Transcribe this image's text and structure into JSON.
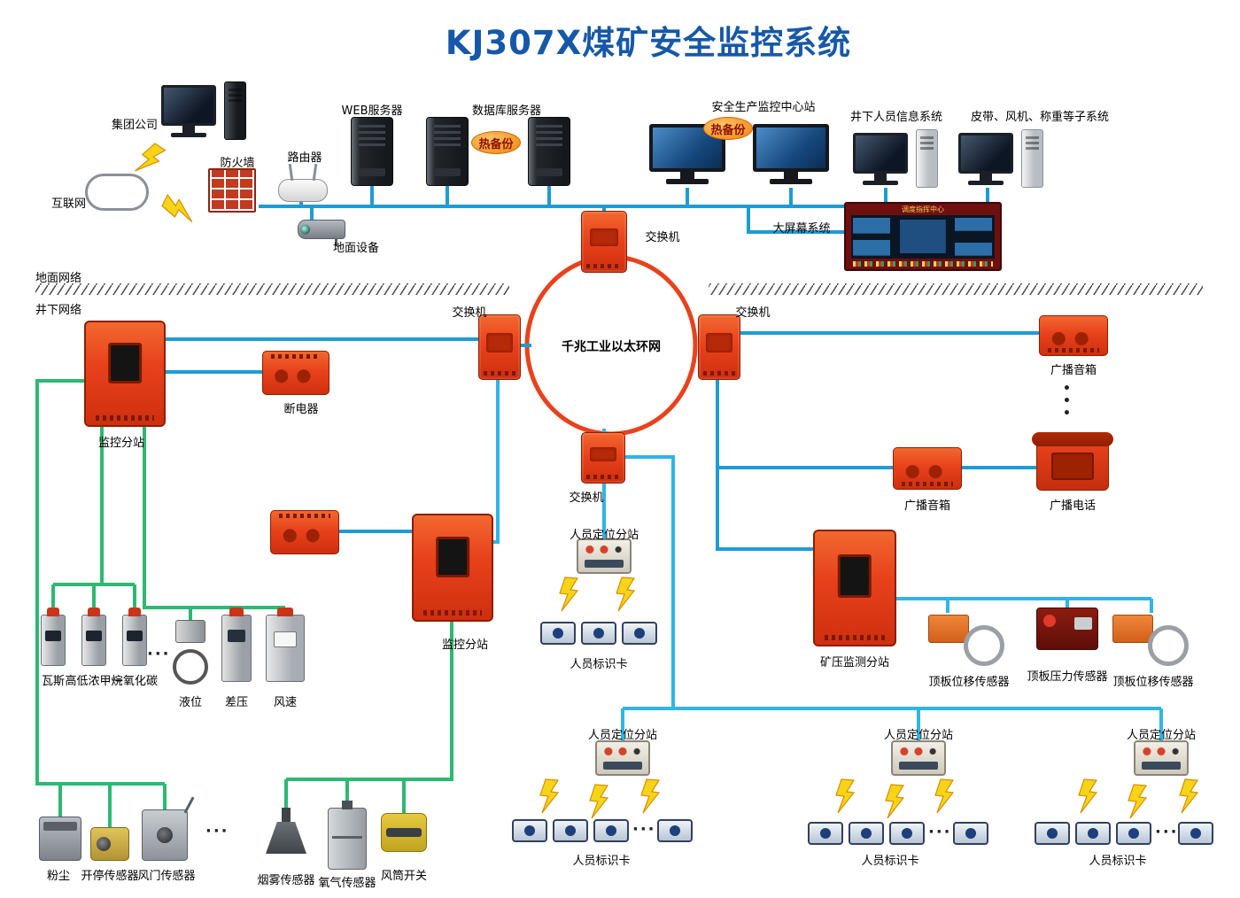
{
  "title": "KJ307X煤矿安全监控系统",
  "ellipsis_h": "···",
  "ellipsis_v": "•\n•\n•",
  "surface": {
    "network_label": "地面网络",
    "group_company": "集团公司",
    "internet": "互联网",
    "firewall": "防火墙",
    "router": "路由器",
    "web_server": "WEB服务器",
    "db_server": "数据库服务器",
    "hot_backup": "热备份",
    "center_station": "安全生产监控中心站",
    "personnel_info_system": "井下人员信息系统",
    "belt_fan_weigh_system": "皮带、风机、称重等子系统",
    "surface_equipment": "地面设备",
    "big_screen_system": "大屏幕系统",
    "big_screen_header": "调度指挥中心"
  },
  "underground": {
    "network_label": "井下网络",
    "ring_label": "千兆工业以太环网",
    "switch": "交换机",
    "breaker": "断电器",
    "monitor_substation": "监控分站",
    "speaker": "广播音箱",
    "broadcast_phone": "广播电话",
    "personnel_substation": "人员定位分站",
    "pressure_substation": "矿压监测分站",
    "id_card": "人员标识卡"
  },
  "sensors": {
    "gas": "瓦斯",
    "methane": "高低浓甲烷",
    "co": "一氧化碳",
    "level": "液位",
    "diff_pressure": "差压",
    "wind_speed": "风速",
    "dust": "粉尘",
    "onoff": "开停传感器",
    "air_door": "风门传感器",
    "smoke": "烟雾传感器",
    "oxygen": "氧气传感器",
    "duct_switch": "风筒开关",
    "roof_displacement": "顶板位移传感器",
    "roof_pressure": "顶板压力传感器"
  },
  "colors": {
    "title_blue": "#1658a8",
    "line_blue": "#1e9bd7",
    "line_cyan": "#30b4e8",
    "line_green": "#2eb873",
    "device_red": "#e8421c",
    "bolt_yellow": "#f7d417"
  }
}
